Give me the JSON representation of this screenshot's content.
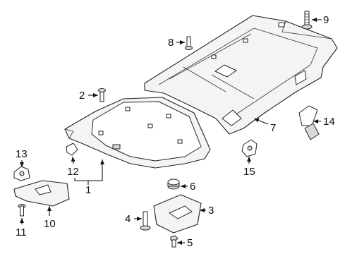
{
  "callouts": {
    "c1": "1",
    "c2": "2",
    "c3": "3",
    "c4": "4",
    "c5": "5",
    "c6": "6",
    "c7": "7",
    "c8": "8",
    "c9": "9",
    "c10": "10",
    "c11": "11",
    "c12": "12",
    "c13": "13",
    "c14": "14",
    "c15": "15"
  },
  "colors": {
    "line": "#111111",
    "part_fill": "#f4f4f4",
    "background": "#ffffff"
  }
}
